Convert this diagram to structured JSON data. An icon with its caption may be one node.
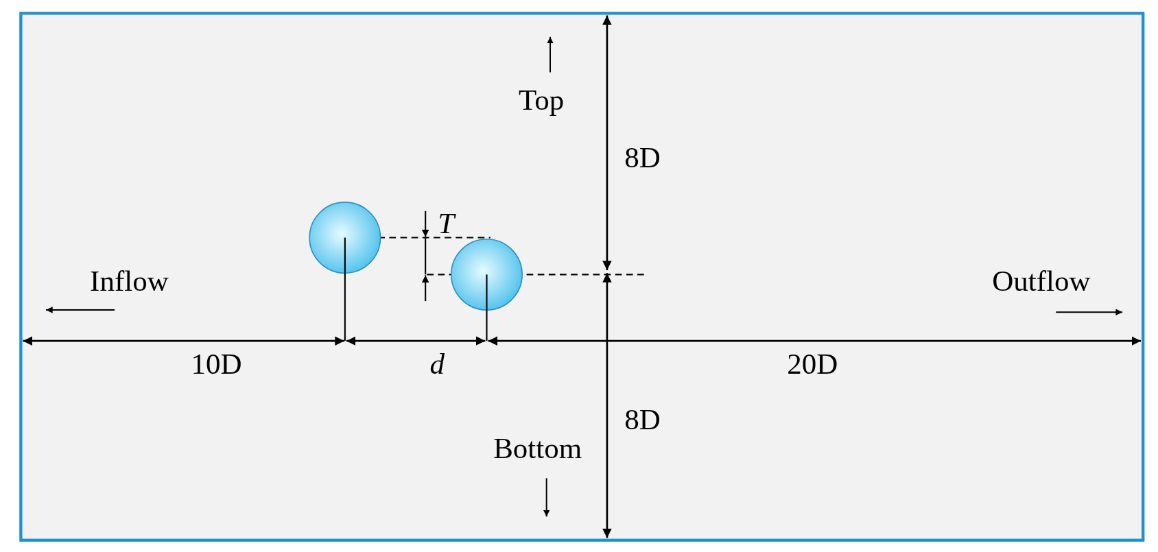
{
  "diagram": {
    "nodes": [
      {
        "text": [],
        "shape": "circle"
      },
      {
        "text": [],
        "shape": "circle"
      }
    ],
    "labels": [
      "Top",
      "8D",
      "T",
      "Inflow",
      "Outflow",
      "10D",
      "d",
      "20D",
      "8D",
      "Bottom"
    ]
  }
}
